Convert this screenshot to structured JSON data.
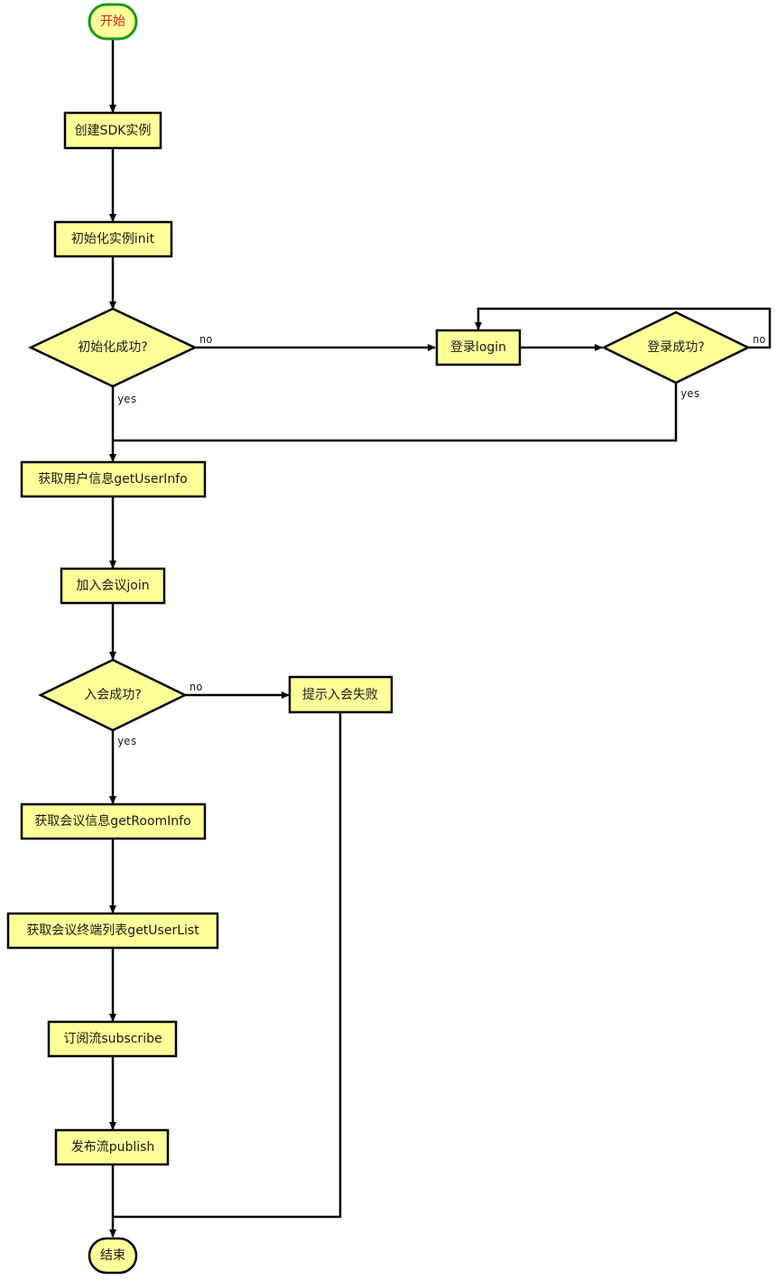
{
  "nodes": {
    "start": "开始",
    "create_sdk": "创建SDK实例",
    "init": "初始化实例init",
    "init_ok": "初始化成功?",
    "login": "登录login",
    "login_ok": "登录成功?",
    "get_user_info": "获取用户信息getUserInfo",
    "join": "加入会议join",
    "join_ok": "入会成功?",
    "join_fail": "提示入会失败",
    "get_room_info": "获取会议信息getRoomInfo",
    "get_user_list": "获取会议终端列表getUserList",
    "subscribe": "订阅流subscribe",
    "publish": "发布流publish",
    "end": "结束"
  },
  "edge_labels": {
    "init_no": "no",
    "init_yes": "yes",
    "login_no": "no",
    "login_yes": "yes",
    "join_no": "no",
    "join_yes": "yes"
  },
  "colors": {
    "node_fill": "#ffff99",
    "start_border": "#1a9b1a",
    "start_text": "#e32020",
    "stroke": "#000000"
  }
}
